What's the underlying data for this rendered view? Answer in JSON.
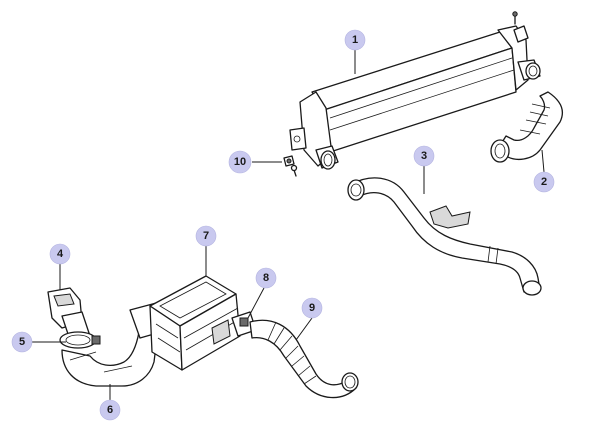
{
  "callouts": [
    {
      "id": "1",
      "label": "1"
    },
    {
      "id": "2",
      "label": "2"
    },
    {
      "id": "3",
      "label": "3"
    },
    {
      "id": "4",
      "label": "4"
    },
    {
      "id": "5",
      "label": "5"
    },
    {
      "id": "6",
      "label": "6"
    },
    {
      "id": "7",
      "label": "7"
    },
    {
      "id": "8",
      "label": "8"
    },
    {
      "id": "9",
      "label": "9"
    },
    {
      "id": "10",
      "label": "10"
    }
  ],
  "colors": {
    "badge_fill": "#c9c9ef",
    "line": "#1a1a1a",
    "background": "#ffffff"
  }
}
